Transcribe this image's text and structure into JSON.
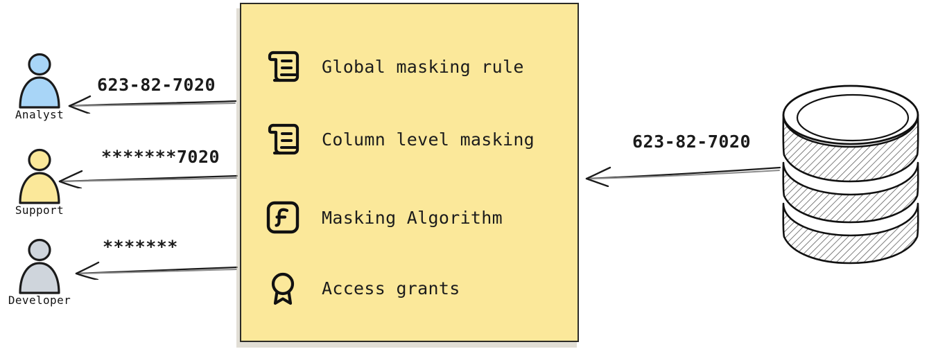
{
  "diagram": {
    "type": "data-masking-flow",
    "background": "#ffffff",
    "panel_color": "#fbe89a",
    "stroke_color": "#1b1b1b"
  },
  "actors": [
    {
      "id": "analyst",
      "label": "Analyst",
      "color": "#a8d5f7",
      "icon": "user-icon",
      "received_value": "623-82-7020",
      "arrow": "arrow-left-icon"
    },
    {
      "id": "support",
      "label": "Support",
      "color": "#fbe89a",
      "icon": "user-icon",
      "received_value": "*******7020",
      "arrow": "arrow-left-icon"
    },
    {
      "id": "developer",
      "label": "Developer",
      "color": "#cfd5dc",
      "icon": "user-icon",
      "received_value": "*******",
      "arrow": "arrow-left-icon"
    }
  ],
  "policy_panel": {
    "items": [
      {
        "label": "Global masking rule",
        "icon": "scroll-document-icon"
      },
      {
        "label": "Column level masking",
        "icon": "scroll-document-icon"
      },
      {
        "label": "Masking Algorithm",
        "icon": "function-square-icon"
      },
      {
        "label": "Access grants",
        "icon": "award-ribbon-icon"
      }
    ]
  },
  "source": {
    "id": "database",
    "icon": "database-cylinder-icon",
    "outgoing_value": "623-82-7020",
    "arrow": "arrow-left-icon"
  }
}
